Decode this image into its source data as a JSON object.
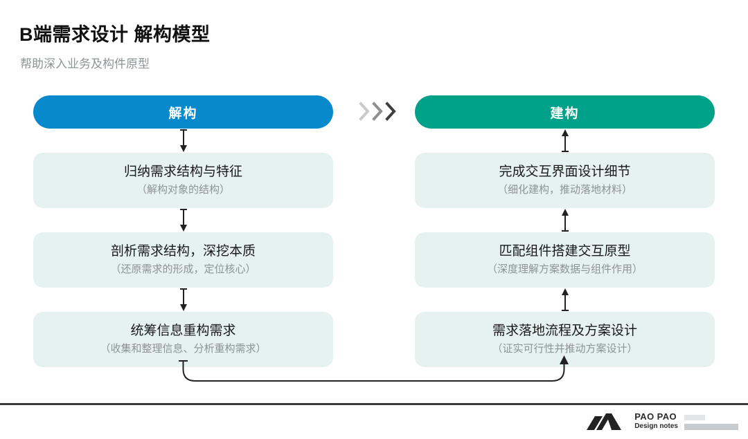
{
  "header": {
    "title": "B端需求设计 解构模型",
    "subtitle": "帮助深入业务及构件原型"
  },
  "colors": {
    "left_accent": "#0889cb",
    "right_accent": "#00a189",
    "card_bg": "#e5f2f0",
    "muted_text": "#8d9396",
    "title_text": "#111111"
  },
  "separator": {
    "icon": "triple-chevron-right-icon",
    "chevron_shades": [
      "#c9c9c9",
      "#8f8f8f",
      "#3f3f3f"
    ]
  },
  "columns": [
    {
      "id": "deconstruct",
      "header_label": "解构",
      "accent": "#0889cb",
      "flow_direction": "down",
      "arrow_icon": "arrow-down-icon",
      "cards": [
        {
          "title": "归纳需求结构与特征",
          "subtitle": "（解构对象的结构）"
        },
        {
          "title": "剖析需求结构，深挖本质",
          "subtitle": "（还原需求的形成，定位核心）"
        },
        {
          "title": "统筹信息重构需求",
          "subtitle": "（收集和整理信息、分析重构需求）"
        }
      ]
    },
    {
      "id": "construct",
      "header_label": "建构",
      "accent": "#00a189",
      "flow_direction": "up",
      "arrow_icon": "arrow-up-icon",
      "cards": [
        {
          "title": "完成交互界面设计细节",
          "subtitle": "（细化建构，推动落地材料）"
        },
        {
          "title": "匹配组件搭建交互原型",
          "subtitle": "（深度理解方案数据与组件作用）"
        },
        {
          "title": "需求落地流程及方案设计",
          "subtitle": "（证实可行性并推动方案设计）"
        }
      ]
    }
  ],
  "loop_connector": {
    "icon": "curved-arrow-icon",
    "from": "left-column-bottom",
    "to": "right-column-bottom",
    "arrow_end": "up"
  },
  "footer": {
    "brand_name": "PAO PAO",
    "brand_tagline": "Design notes",
    "logo_icon": "paopao-mountain-logo-icon"
  }
}
